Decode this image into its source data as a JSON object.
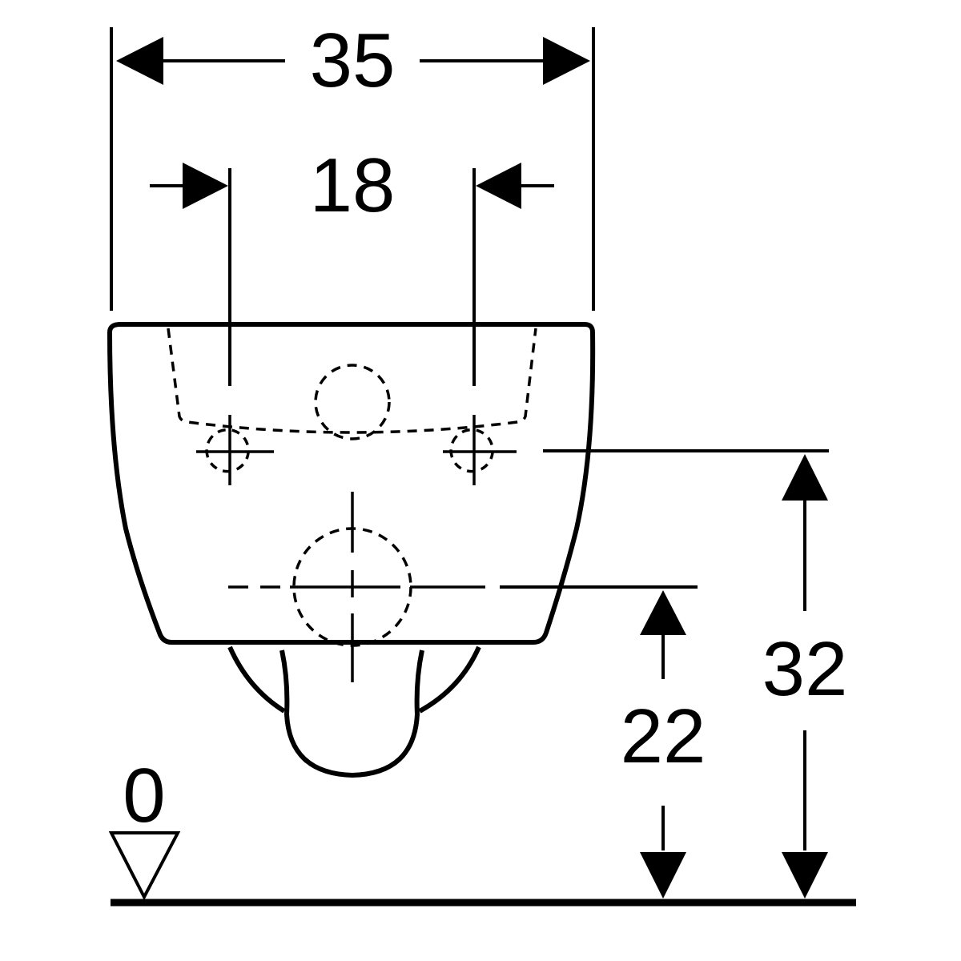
{
  "diagram": {
    "colors": {
      "ink": "#000000",
      "background": "#ffffff"
    },
    "dimensions": {
      "overall_width": "35",
      "fixing_distance": "18",
      "bolt_height": "32",
      "outlet_height": "22",
      "floor_datum": "0"
    }
  }
}
